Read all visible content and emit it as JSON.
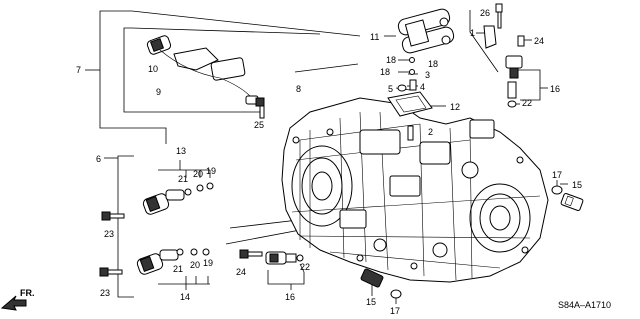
{
  "callouts": [
    {
      "id": "1",
      "text": "1"
    },
    {
      "id": "2",
      "text": "2"
    },
    {
      "id": "3",
      "text": "3"
    },
    {
      "id": "4",
      "text": "4"
    },
    {
      "id": "5",
      "text": "5"
    },
    {
      "id": "6",
      "text": "6"
    },
    {
      "id": "7",
      "text": "7"
    },
    {
      "id": "8",
      "text": "8"
    },
    {
      "id": "9",
      "text": "9"
    },
    {
      "id": "10",
      "text": "10"
    },
    {
      "id": "11",
      "text": "11"
    },
    {
      "id": "12",
      "text": "12"
    },
    {
      "id": "13",
      "text": "13"
    },
    {
      "id": "14",
      "text": "14"
    },
    {
      "id": "15a",
      "text": "15"
    },
    {
      "id": "15b",
      "text": "15"
    },
    {
      "id": "16a",
      "text": "16"
    },
    {
      "id": "16b",
      "text": "16"
    },
    {
      "id": "17a",
      "text": "17"
    },
    {
      "id": "17b",
      "text": "17"
    },
    {
      "id": "18a",
      "text": "18"
    },
    {
      "id": "18b",
      "text": "18"
    },
    {
      "id": "18c",
      "text": "18"
    },
    {
      "id": "19a",
      "text": "19"
    },
    {
      "id": "19b",
      "text": "19"
    },
    {
      "id": "20a",
      "text": "20"
    },
    {
      "id": "20b",
      "text": "20"
    },
    {
      "id": "21a",
      "text": "21"
    },
    {
      "id": "21b",
      "text": "21"
    },
    {
      "id": "22a",
      "text": "22"
    },
    {
      "id": "22b",
      "text": "22"
    },
    {
      "id": "23a",
      "text": "23"
    },
    {
      "id": "23b",
      "text": "23"
    },
    {
      "id": "24a",
      "text": "24"
    },
    {
      "id": "24b",
      "text": "24"
    },
    {
      "id": "25",
      "text": "25"
    },
    {
      "id": "26",
      "text": "26"
    }
  ],
  "front_label": "FR.",
  "diagram_ref": "S84A–A1710"
}
